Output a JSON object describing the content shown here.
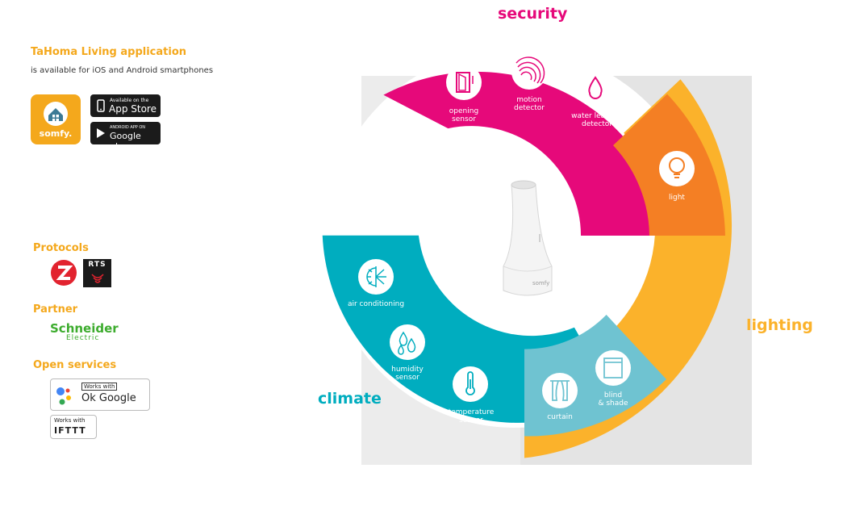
{
  "app": {
    "title": "TaHoma Living application",
    "subtitle": "is available for iOS and Android smartphones",
    "brand": "somfy.",
    "app_store_top": "Available on the",
    "app_store_main": "App Store",
    "google_play_top": "ANDROID APP ON",
    "google_play_main": "Google play"
  },
  "protocols": {
    "heading": "Protocols",
    "rts_label": "RTS"
  },
  "partner": {
    "heading": "Partner",
    "name_top": "Schneider",
    "name_bottom": "Electric"
  },
  "open_services": {
    "heading": "Open services",
    "google_top": "Works with",
    "google_main": "Ok Google",
    "ifttt_top": "Works with",
    "ifttt_main": "IFTTT"
  },
  "device": {
    "brand": "somfy"
  },
  "sectors": {
    "security": {
      "title": "security",
      "color": "#e6097a",
      "items": {
        "opening": [
          "opening",
          "sensor"
        ],
        "motion": [
          "motion",
          "detector"
        ],
        "water": [
          "water leakage",
          "detector"
        ]
      }
    },
    "lighting": {
      "title": "lighting",
      "color": "#fbb22b",
      "inner_color": "#f47f24",
      "items": {
        "light": "light"
      }
    },
    "climate": {
      "title": "climate",
      "color": "#00adbf",
      "items": {
        "ac": "air conditioning",
        "humidity": [
          "humidity",
          "sensor"
        ],
        "temperature": [
          "temperature",
          "sensor"
        ]
      }
    },
    "shading": {
      "color": "#6fc3d1",
      "items": {
        "curtain": "curtain",
        "blind": [
          "blind",
          "& shade"
        ]
      }
    }
  }
}
